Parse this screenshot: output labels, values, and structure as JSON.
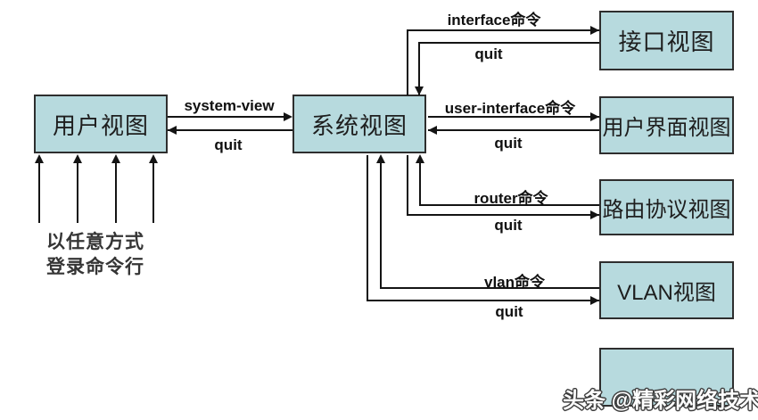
{
  "diagram": {
    "boxes": {
      "user_view": "用户视图",
      "system_view": "系统视图",
      "interface_view": "接口视图",
      "user_interface_view": "用户界面视图",
      "routing_protocol_view": "路由协议视图",
      "vlan_view": "VLAN视图",
      "more_view": ""
    },
    "edges": {
      "system_view_cmd": "system-view",
      "interface_cmd": "interface命令",
      "user_interface_cmd": "user-interface命令",
      "router_cmd": "router命令",
      "vlan_cmd": "vlan命令",
      "quit": "quit"
    },
    "caption": {
      "line1": "以任意方式",
      "line2": "登录命令行"
    },
    "watermark": "头条 @精彩网络技术",
    "colors": {
      "box_fill": "#b7dade",
      "box_border": "#2e2e2e",
      "line": "#141414",
      "label_text": "#101010"
    }
  }
}
